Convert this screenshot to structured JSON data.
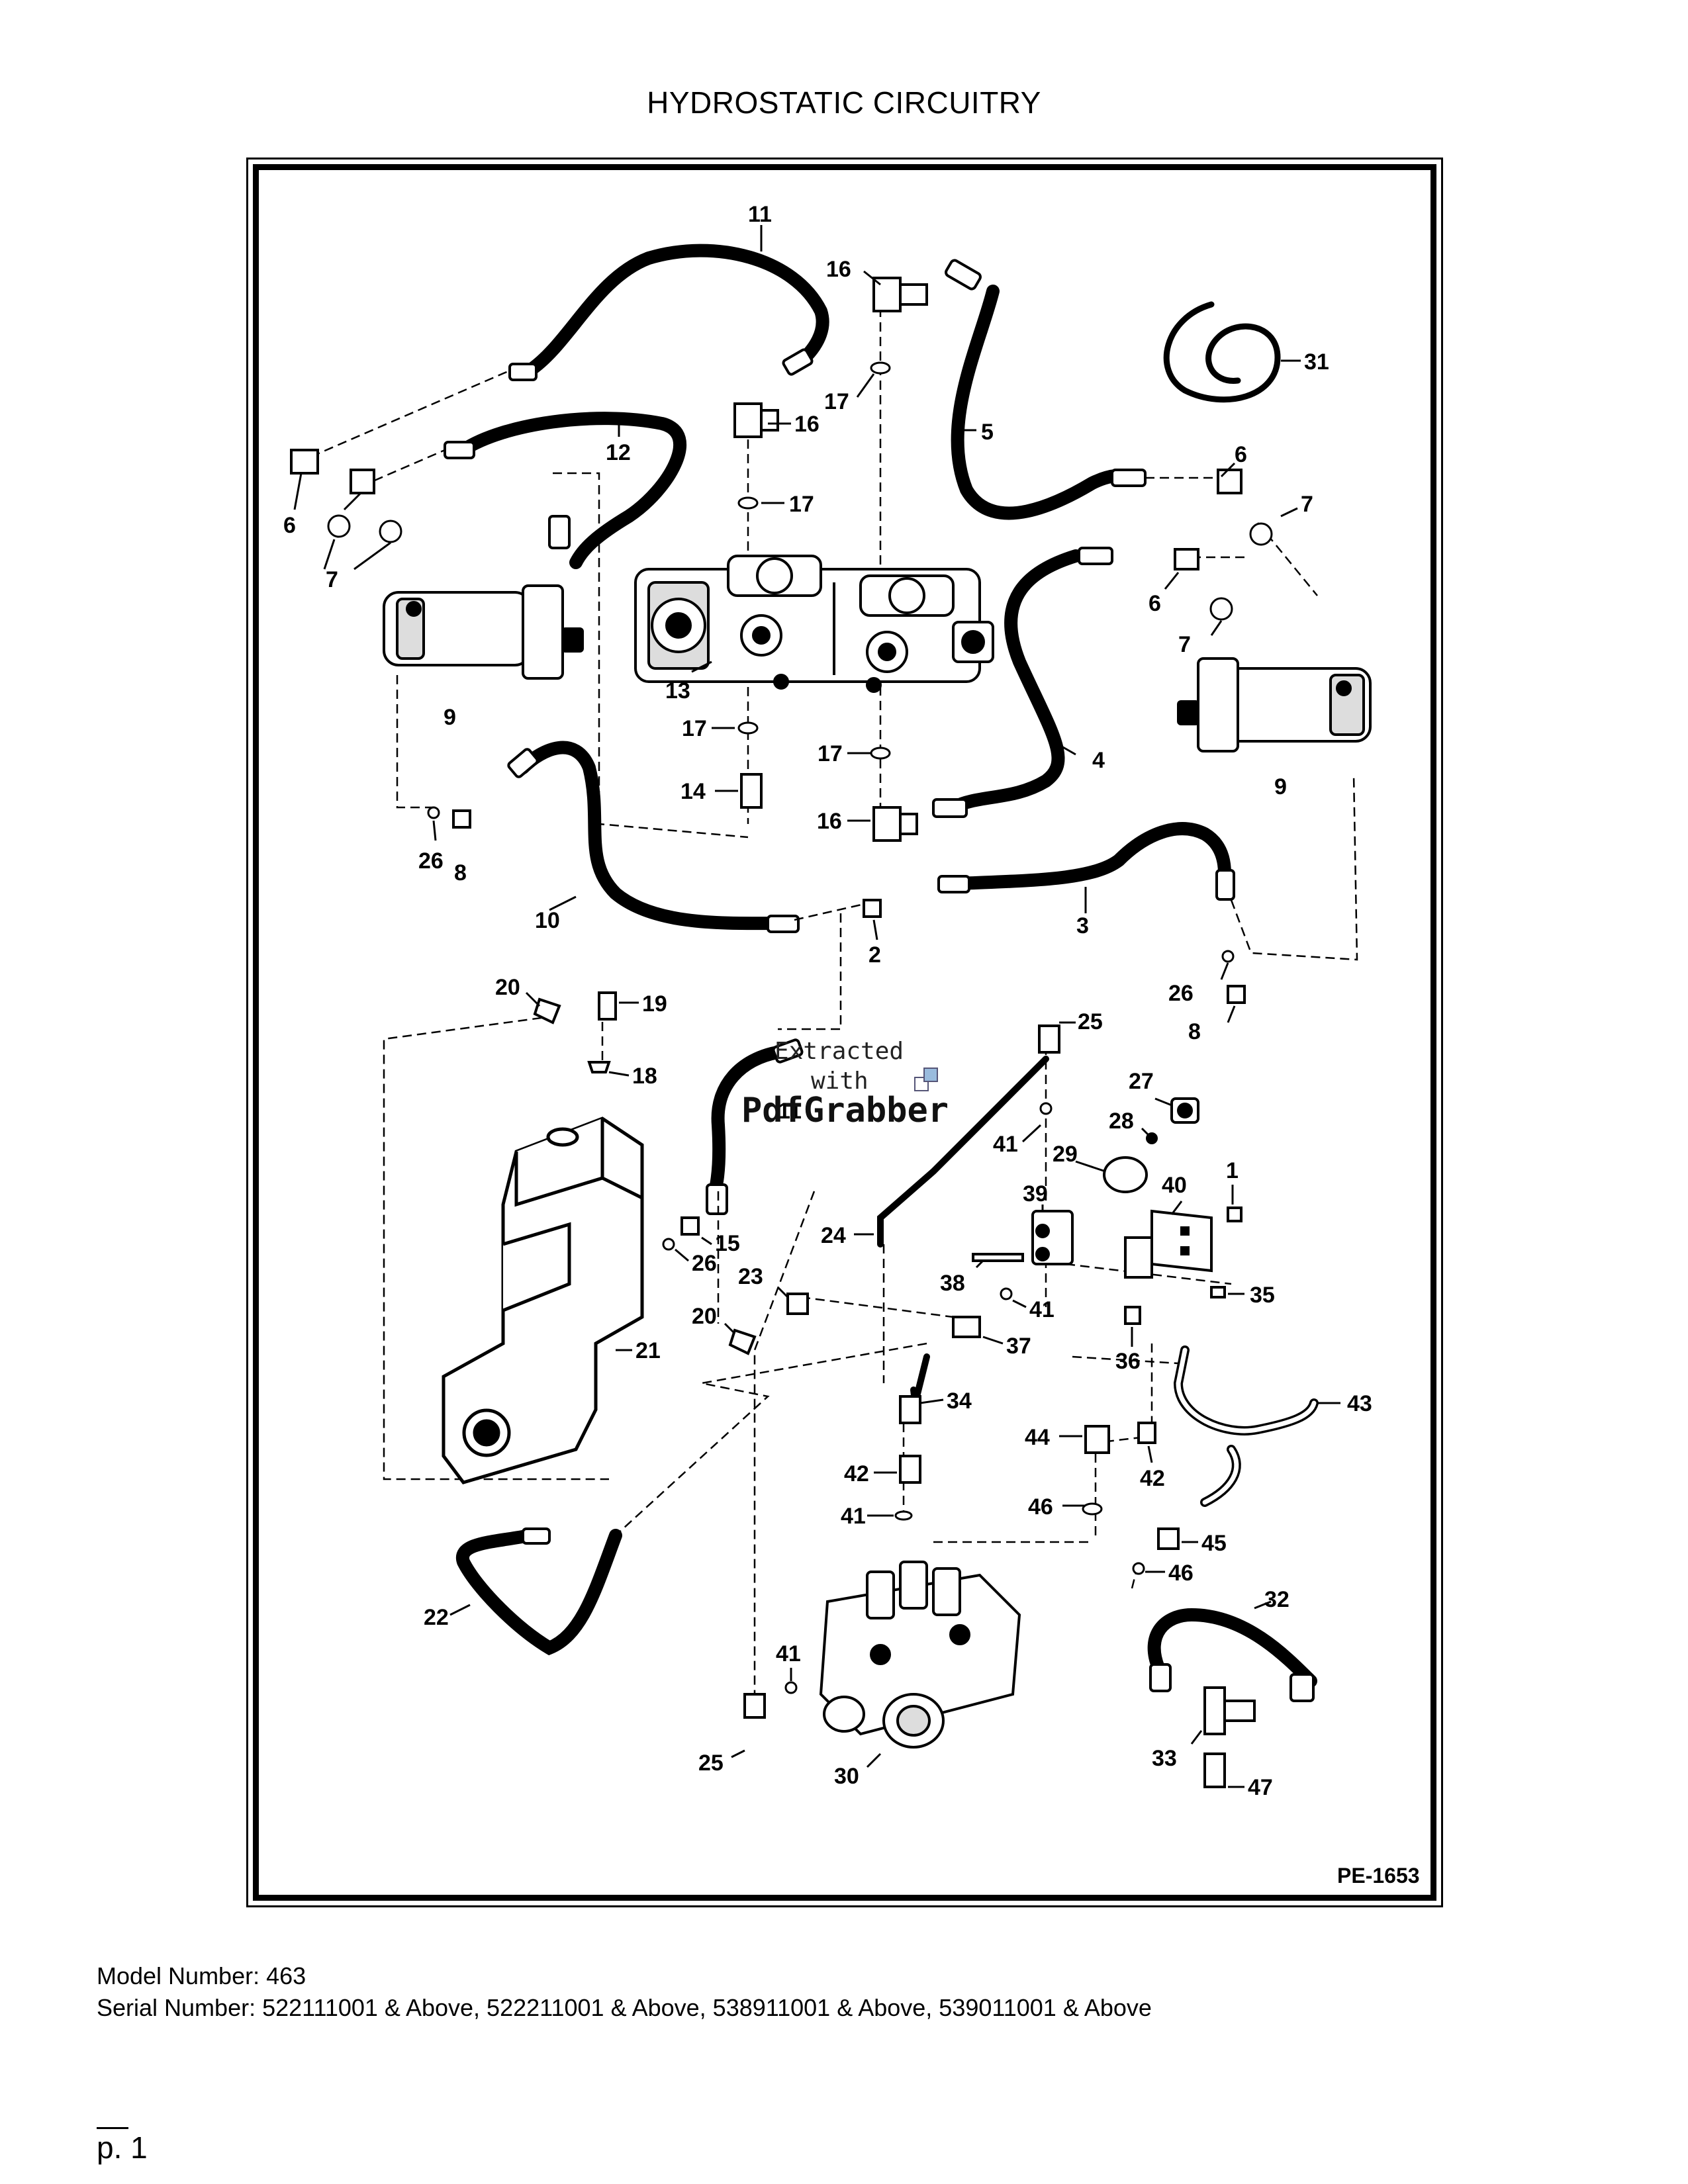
{
  "title": "HYDROSTATIC CIRCUITRY",
  "drawing_number": "PE-1653",
  "watermark": {
    "line1": "Extracted",
    "line2": "with",
    "brand": "PdfGrabber"
  },
  "callouts": [
    {
      "id": "c11a",
      "text": "11"
    },
    {
      "id": "c16a",
      "text": "16"
    },
    {
      "id": "c31",
      "text": "31"
    },
    {
      "id": "c17a",
      "text": "17"
    },
    {
      "id": "c16b",
      "text": "16"
    },
    {
      "id": "c5",
      "text": "5"
    },
    {
      "id": "c12",
      "text": "12"
    },
    {
      "id": "c17b",
      "text": "17"
    },
    {
      "id": "c6a",
      "text": "6"
    },
    {
      "id": "c6b",
      "text": "6"
    },
    {
      "id": "c7a",
      "text": "7"
    },
    {
      "id": "c7b",
      "text": "7"
    },
    {
      "id": "c6c",
      "text": "6"
    },
    {
      "id": "c7c",
      "text": "7"
    },
    {
      "id": "c9a",
      "text": "9"
    },
    {
      "id": "c13",
      "text": "13"
    },
    {
      "id": "c17c",
      "text": "17"
    },
    {
      "id": "c17d",
      "text": "17"
    },
    {
      "id": "c4",
      "text": "4"
    },
    {
      "id": "c9b",
      "text": "9"
    },
    {
      "id": "c14",
      "text": "14"
    },
    {
      "id": "c16c",
      "text": "16"
    },
    {
      "id": "c26a",
      "text": "26"
    },
    {
      "id": "c8a",
      "text": "8"
    },
    {
      "id": "c10",
      "text": "10"
    },
    {
      "id": "c2",
      "text": "2"
    },
    {
      "id": "c3",
      "text": "3"
    },
    {
      "id": "c26b",
      "text": "26"
    },
    {
      "id": "c8b",
      "text": "8"
    },
    {
      "id": "c20a",
      "text": "20"
    },
    {
      "id": "c19",
      "text": "19"
    },
    {
      "id": "c25a",
      "text": "25"
    },
    {
      "id": "c18",
      "text": "18"
    },
    {
      "id": "c27",
      "text": "27"
    },
    {
      "id": "c28",
      "text": "28"
    },
    {
      "id": "c41a",
      "text": "41"
    },
    {
      "id": "c29",
      "text": "29"
    },
    {
      "id": "c11b",
      "text": "11"
    },
    {
      "id": "c40",
      "text": "40"
    },
    {
      "id": "c1",
      "text": "1"
    },
    {
      "id": "c39",
      "text": "39"
    },
    {
      "id": "c24",
      "text": "24"
    },
    {
      "id": "c15",
      "text": "15"
    },
    {
      "id": "c26c",
      "text": "26"
    },
    {
      "id": "c38",
      "text": "38"
    },
    {
      "id": "c35",
      "text": "35"
    },
    {
      "id": "c23",
      "text": "23"
    },
    {
      "id": "c41b",
      "text": "41"
    },
    {
      "id": "c20b",
      "text": "20"
    },
    {
      "id": "c37",
      "text": "37"
    },
    {
      "id": "c36",
      "text": "36"
    },
    {
      "id": "c21",
      "text": "21"
    },
    {
      "id": "c34",
      "text": "34"
    },
    {
      "id": "c43",
      "text": "43"
    },
    {
      "id": "c44",
      "text": "44"
    },
    {
      "id": "c42a",
      "text": "42"
    },
    {
      "id": "c42b",
      "text": "42"
    },
    {
      "id": "c46a",
      "text": "46"
    },
    {
      "id": "c41c",
      "text": "41"
    },
    {
      "id": "c45",
      "text": "45"
    },
    {
      "id": "c46b",
      "text": "46"
    },
    {
      "id": "c22",
      "text": "22"
    },
    {
      "id": "c32",
      "text": "32"
    },
    {
      "id": "c41d",
      "text": "41"
    },
    {
      "id": "c33",
      "text": "33"
    },
    {
      "id": "c25b",
      "text": "25"
    },
    {
      "id": "c30",
      "text": "30"
    },
    {
      "id": "c47",
      "text": "47"
    }
  ],
  "footer": {
    "model_number": "Model Number: 463",
    "serial_number": "Serial Number: 522111001 & Above, 522211001 & Above, 538911001 & Above, 539011001 & Above",
    "page": "p. 1"
  }
}
